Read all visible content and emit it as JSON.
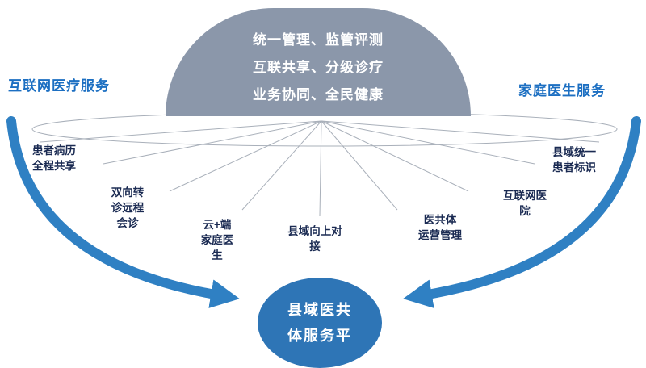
{
  "dome": {
    "lines": [
      "统一管理、监管评测",
      "互联共享、分级诊疗",
      "业务协同、全民健康"
    ]
  },
  "headings": {
    "left": "互联网医疗服务",
    "right": "家庭医生服务"
  },
  "nodes": [
    {
      "id": "patient-record-sharing",
      "label": "患者病历\n全程共享"
    },
    {
      "id": "two-way-referral",
      "label": "双向转\n诊远程\n会诊"
    },
    {
      "id": "cloud-family-doctor",
      "label": "云+端\n家庭医\n生"
    },
    {
      "id": "county-upward-connect",
      "label": "县域向上对\n接"
    },
    {
      "id": "consortium-operation",
      "label": "医共体\n运营管理"
    },
    {
      "id": "internet-hospital",
      "label": "互联网医\n院"
    },
    {
      "id": "county-patient-id",
      "label": "县域统一\n患者标识"
    }
  ],
  "center": {
    "lines": [
      "县域医共",
      "体服务平"
    ]
  },
  "colors": {
    "dome": "#8b97aa",
    "heading": "#1c6fc2",
    "node_text": "#1a2a52",
    "arrow": "#2f80c3",
    "circle": "#2e75b6",
    "frame_line": "#a9b0ba"
  }
}
